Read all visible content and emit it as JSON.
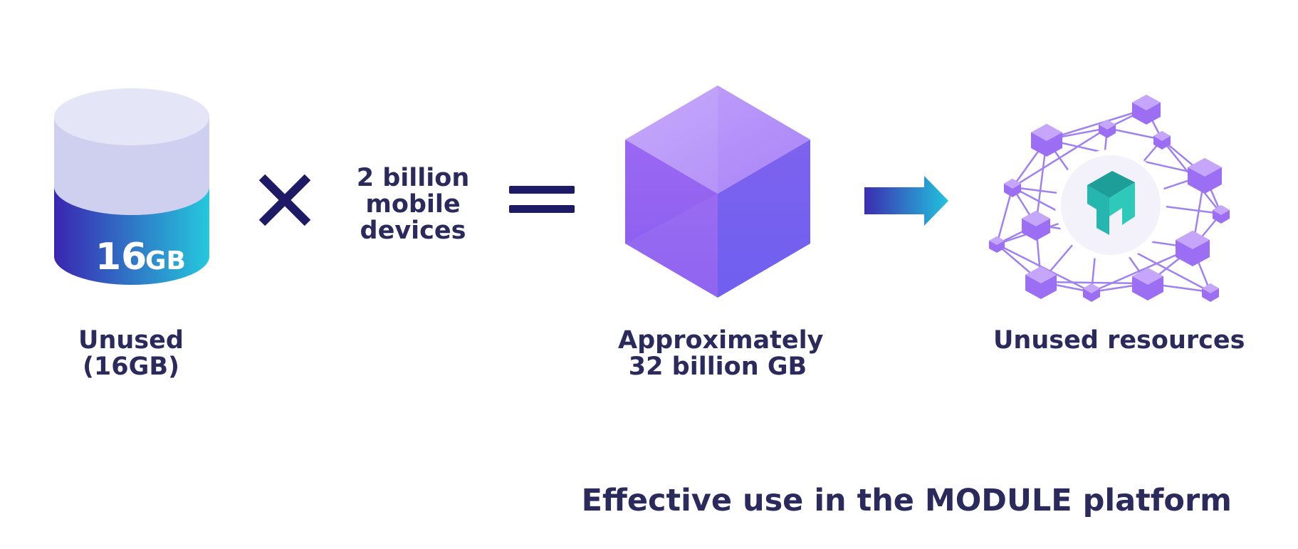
{
  "database": {
    "capacity_number": "16",
    "capacity_unit": "GB",
    "label_line1": "Unused",
    "label_line2": "(16GB)"
  },
  "multiplier": {
    "line1": "2 billion",
    "line2": "mobile",
    "line3": "devices"
  },
  "total": {
    "label_line1": "Approximately",
    "label_line2": "32 billion GB"
  },
  "network": {
    "label": "Unused resources"
  },
  "tagline": "Effective use in the MODULE platform",
  "colors": {
    "text": "#2a2a5c",
    "operator": "#1f1a66",
    "cube": "#8a5cf0",
    "arrow_start": "#3b2db0",
    "arrow_end": "#22c3dd",
    "logo": "#25b6b0"
  }
}
